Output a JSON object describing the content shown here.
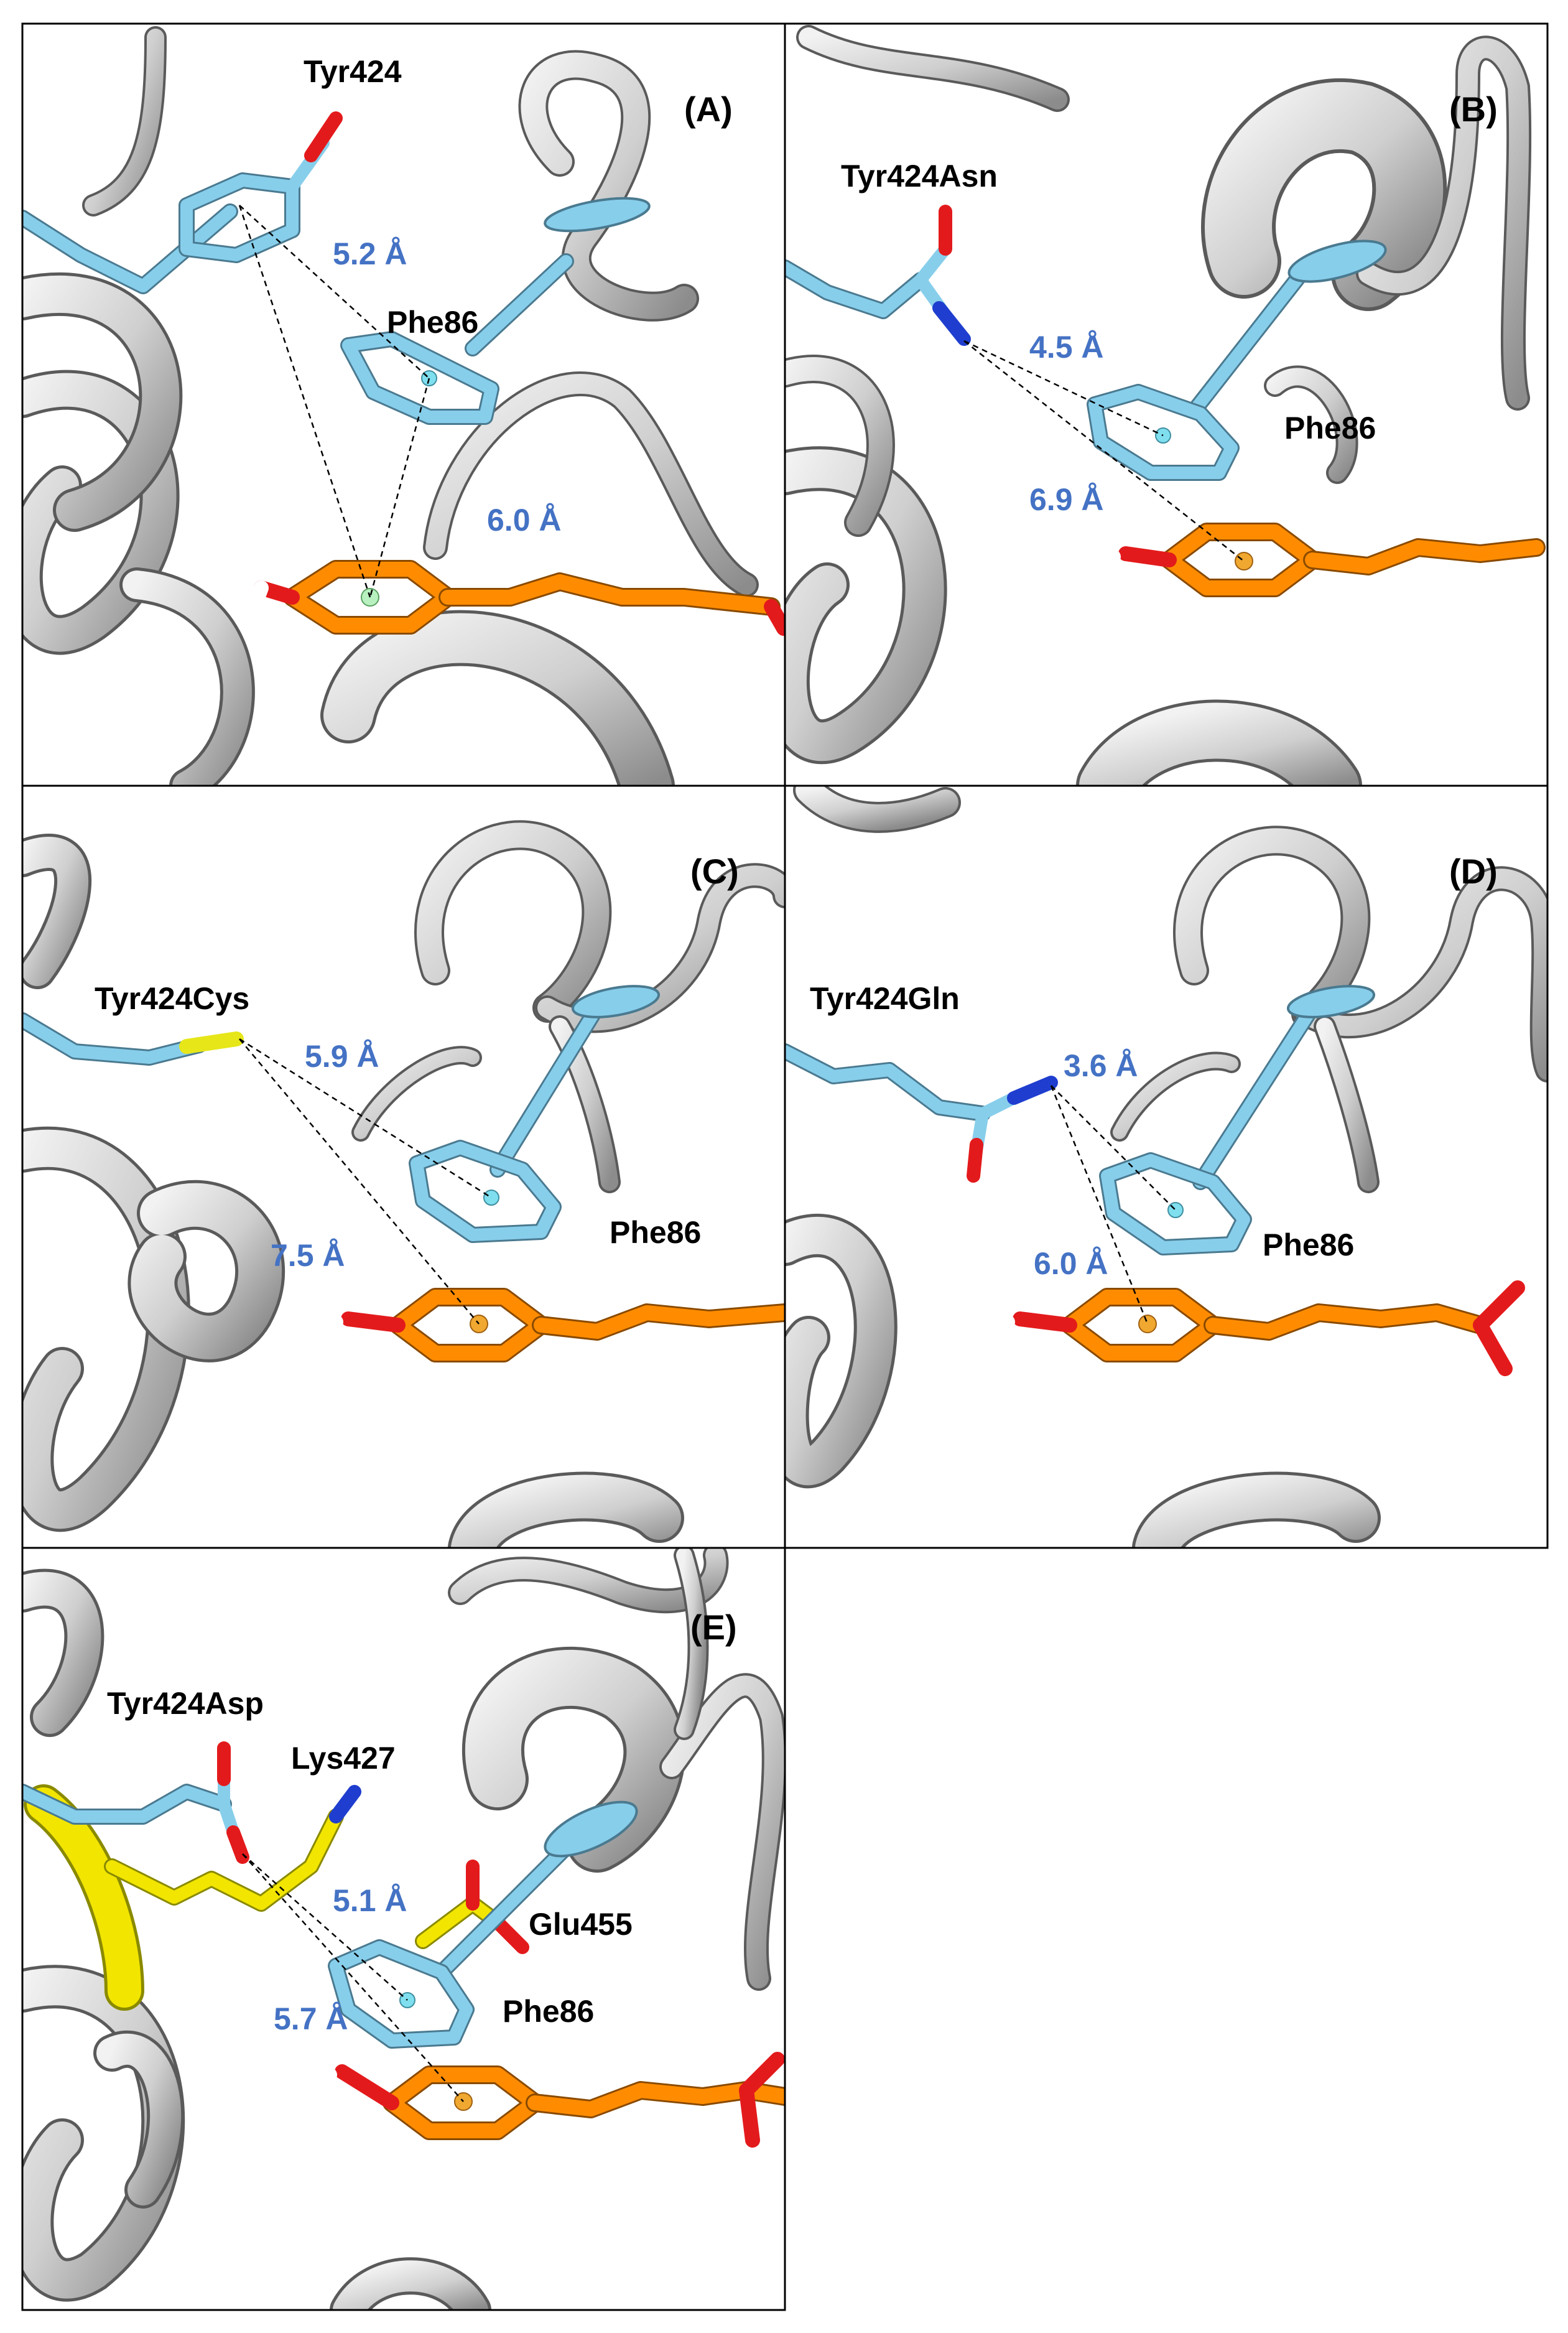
{
  "colors": {
    "ribbon": "#d9d9d9",
    "ribbon_edge": "#5a5a5a",
    "residue": "#87ceeb",
    "ligand": "#ff8c00",
    "oxygen": "#e31a1c",
    "nitrogen": "#1f3ecf",
    "sulfur": "#e6e619",
    "lysine": "#f2e500",
    "centroid_ligand": "#f0a830",
    "centroid_phe": "#7fdfef",
    "centroid_a": "#b8f0c0",
    "distance": "#4472C4",
    "frame": "#000000"
  },
  "panels": [
    {
      "id": "A",
      "label": "(A)",
      "residues": [
        "Tyr424",
        "Phe86"
      ],
      "distances": [
        "5.2 Å",
        "6.0 Å"
      ]
    },
    {
      "id": "B",
      "label": "(B)",
      "residues": [
        "Tyr424Asn",
        "Phe86"
      ],
      "distances": [
        "4.5 Å",
        "6.9 Å"
      ]
    },
    {
      "id": "C",
      "label": "(C)",
      "residues": [
        "Tyr424Cys",
        "Phe86"
      ],
      "distances": [
        "5.9 Å",
        "7.5 Å"
      ]
    },
    {
      "id": "D",
      "label": "(D)",
      "residues": [
        "Tyr424Gln",
        "Phe86"
      ],
      "distances": [
        "3.6 Å",
        "6.0 Å"
      ]
    },
    {
      "id": "E",
      "label": "(E)",
      "residues": [
        "Tyr424Asp",
        "Lys427",
        "Glu455",
        "Phe86"
      ],
      "distances": [
        "5.1 Å",
        "5.7 Å"
      ]
    }
  ]
}
